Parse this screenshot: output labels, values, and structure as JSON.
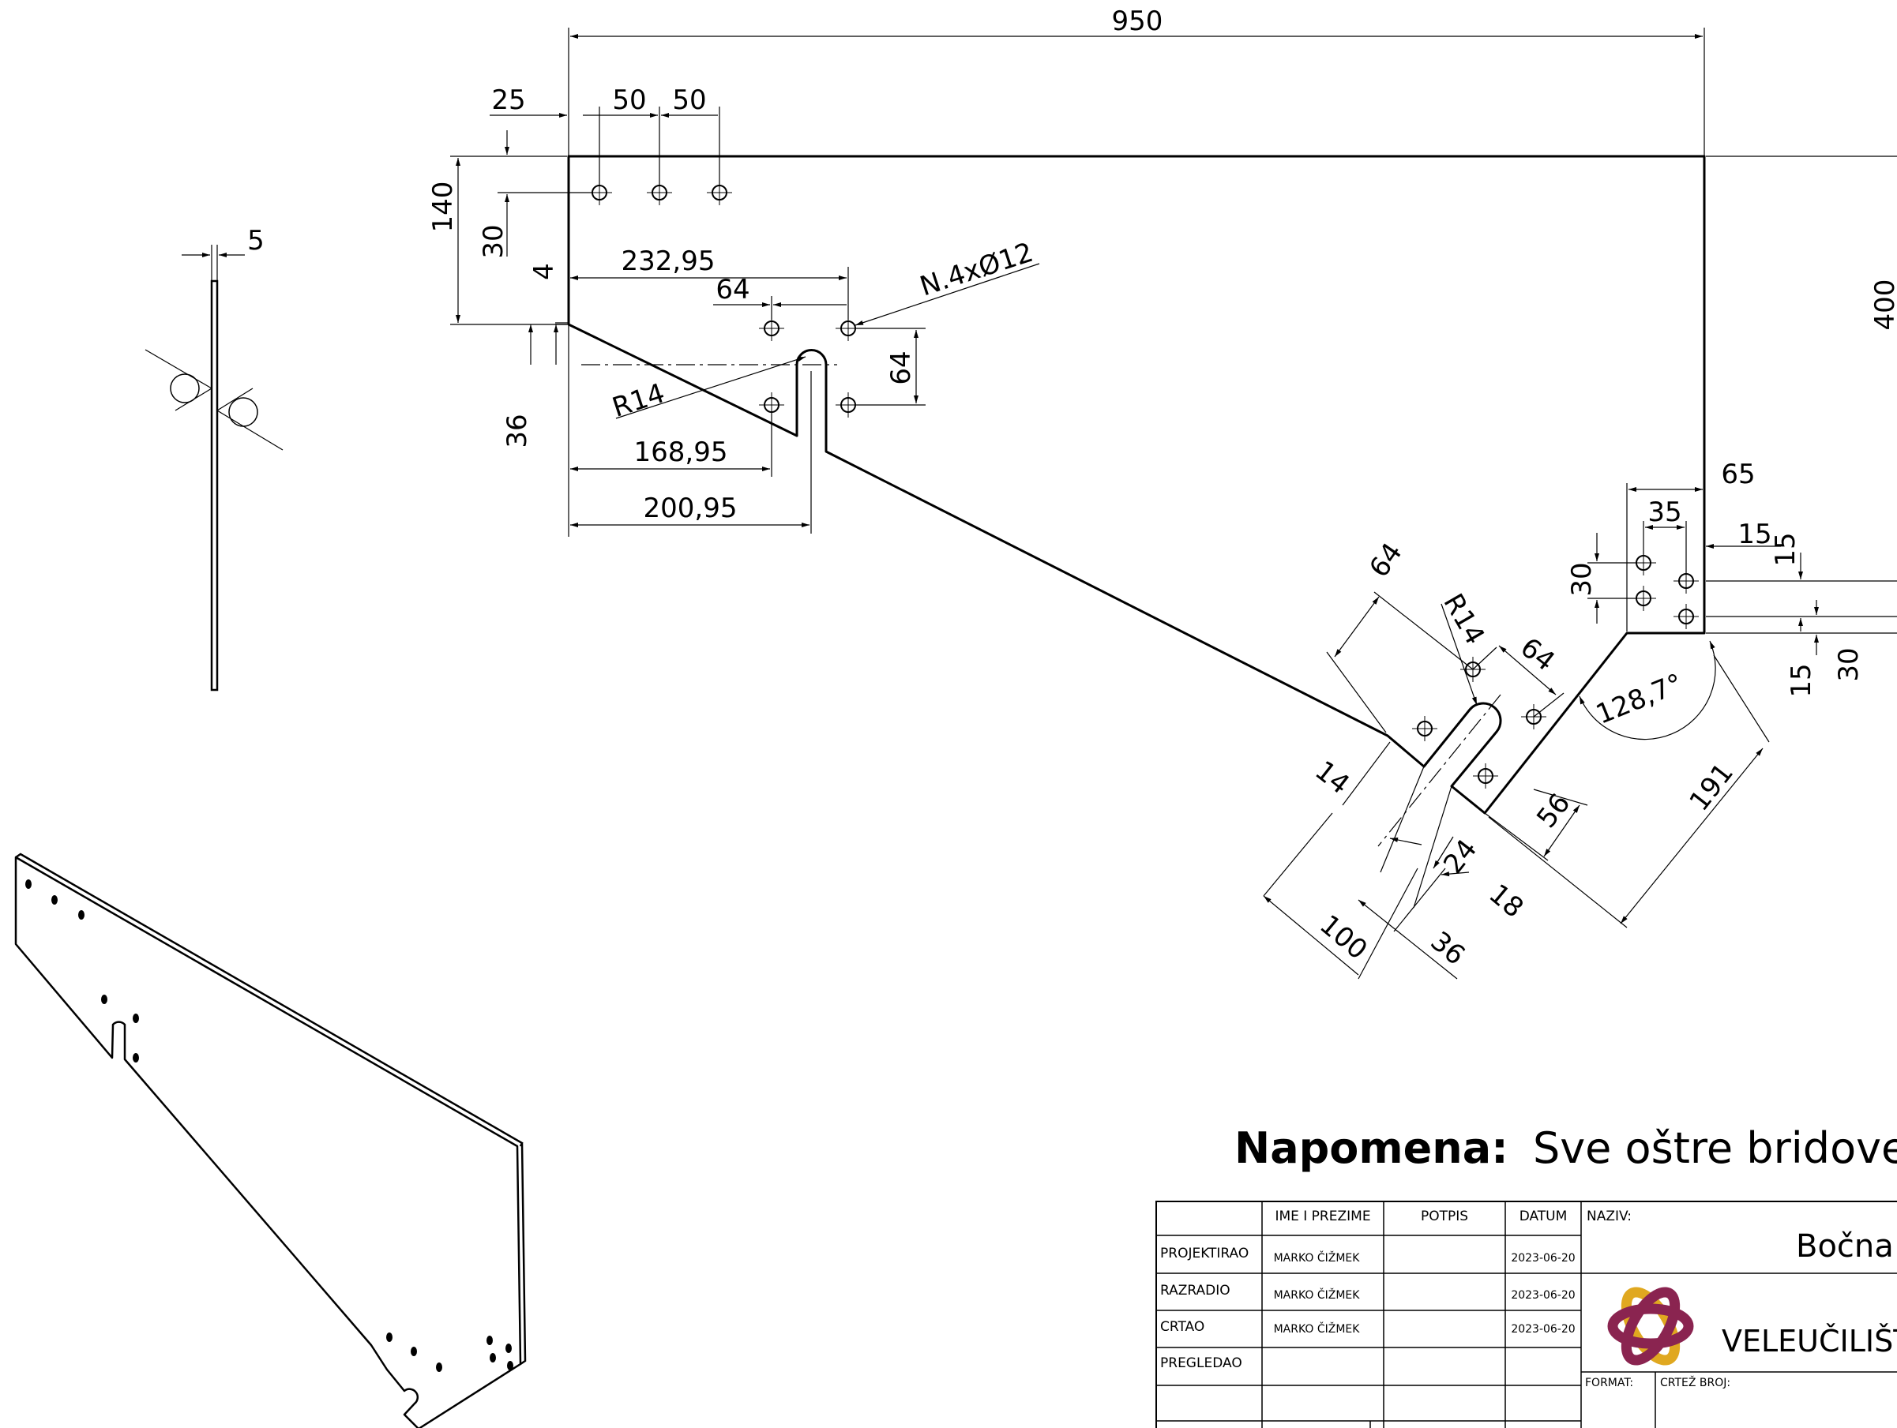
{
  "dimensions": {
    "overall_width": "950",
    "offset_25": "25",
    "hole_pitch_1": "50",
    "hole_pitch_2": "50",
    "height_140": "140",
    "hole_offset_30": "30",
    "offset_4": "4",
    "width_232": "232,95",
    "hole_spacing_64a": "64",
    "hole_callout": "N.4xØ12",
    "radius_top": "R14",
    "hole_spacing_64b": "64",
    "offset_36": "36",
    "width_168": "168,95",
    "width_200": "200,95",
    "total_height": "400",
    "thickness": "5",
    "w65": "65",
    "w35": "35",
    "w15a": "15",
    "h15a": "15",
    "h30a": "30",
    "h15b": "15",
    "h30b": "30",
    "dim64c": "64",
    "radius_bottom": "R14",
    "dim64d": "64",
    "angle": "128,7°",
    "dim14": "14",
    "dim56": "56",
    "dim191": "191",
    "dim24": "24",
    "dim18": "18",
    "dim100": "100",
    "dim36b": "36"
  },
  "note": {
    "label": "Napomena:",
    "text": "Sve oštre bridove sko"
  },
  "title_block": {
    "headers": [
      "IME I PREZIME",
      "POTPIS",
      "DATUM"
    ],
    "rows": [
      {
        "role": "PROJEKTIRAO",
        "name": "MARKO ČIŽMEK",
        "date": "2023-06-20"
      },
      {
        "role": "RAZRADIO",
        "name": "MARKO ČIŽMEK",
        "date": "2023-06-20"
      },
      {
        "role": "CRTAO",
        "name": "MARKO ČIŽMEK",
        "date": "2023-06-20"
      },
      {
        "role": "PREGLEDAO",
        "name": "",
        "date": ""
      }
    ],
    "naziv_label": "NAZIV:",
    "naziv_value": "Bočna",
    "institution": "VELEUČILIŠT",
    "format_label": "FORMAT:",
    "drawing_no_label": "CRTEŽ BROJ:"
  },
  "colors": {
    "logo_gold": "#e0a820",
    "logo_maroon": "#8a2450"
  }
}
